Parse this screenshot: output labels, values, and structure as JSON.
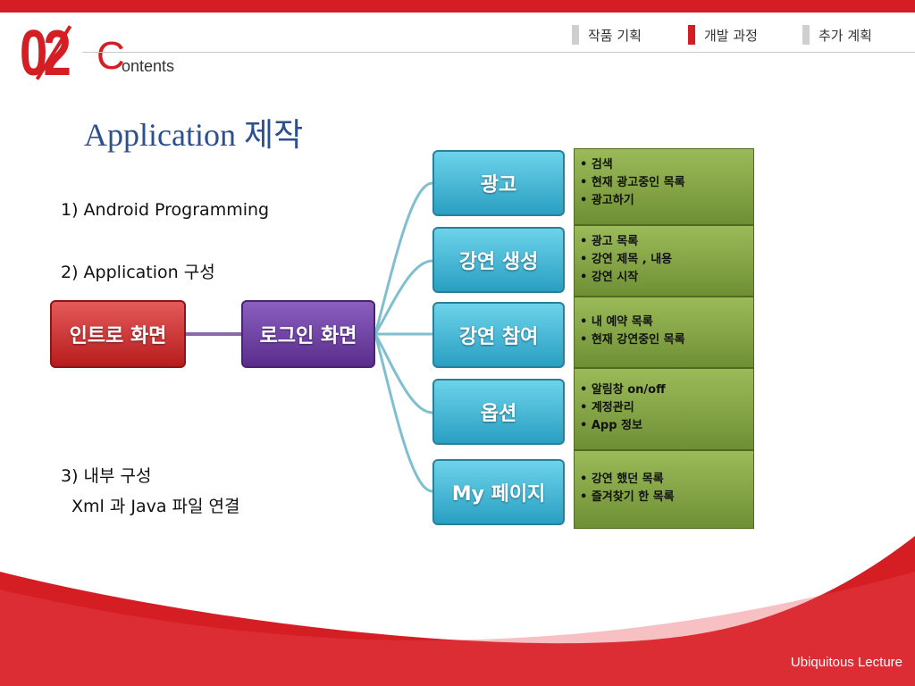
{
  "header": {
    "section_number": "02",
    "section_title_initial": "C",
    "section_title_rest": "ontents",
    "nav": [
      {
        "label": "작품 기획",
        "active": false
      },
      {
        "label": "개발 과정",
        "active": true
      },
      {
        "label": "추가 계획",
        "active": false
      }
    ]
  },
  "title": "Application 제작",
  "items": {
    "item1": "1) Android Programming",
    "item2": "2) Application 구성",
    "item3": "3) 내부 구성",
    "item3_detail": "Xml 과 Java 파일 연결"
  },
  "diagram": {
    "intro": "인트로 화면",
    "login": "로그인 화면",
    "branches": [
      {
        "label": "광고",
        "details": [
          "검색",
          "현재 광고중인 목록",
          "광고하기"
        ]
      },
      {
        "label": "강연 생성",
        "details": [
          "광고 목록",
          "강연 제목 , 내용",
          "강연 시작"
        ]
      },
      {
        "label": "강연 참여",
        "details": [
          "내 예약 목록",
          "현재 강연중인 목록"
        ]
      },
      {
        "label": "옵션",
        "details": [
          "알림창 on/off",
          "계정관리",
          "App 정보"
        ]
      },
      {
        "label": "My 페이지",
        "details": [
          "강연 했던 목록",
          "즐겨찾기 한 목록"
        ]
      }
    ]
  },
  "footer": {
    "text": "Ubiquitous Lecture"
  },
  "colors": {
    "accent": "#d41e24",
    "title_blue": "#2b4f8f",
    "connector": "#7fbfcf"
  }
}
